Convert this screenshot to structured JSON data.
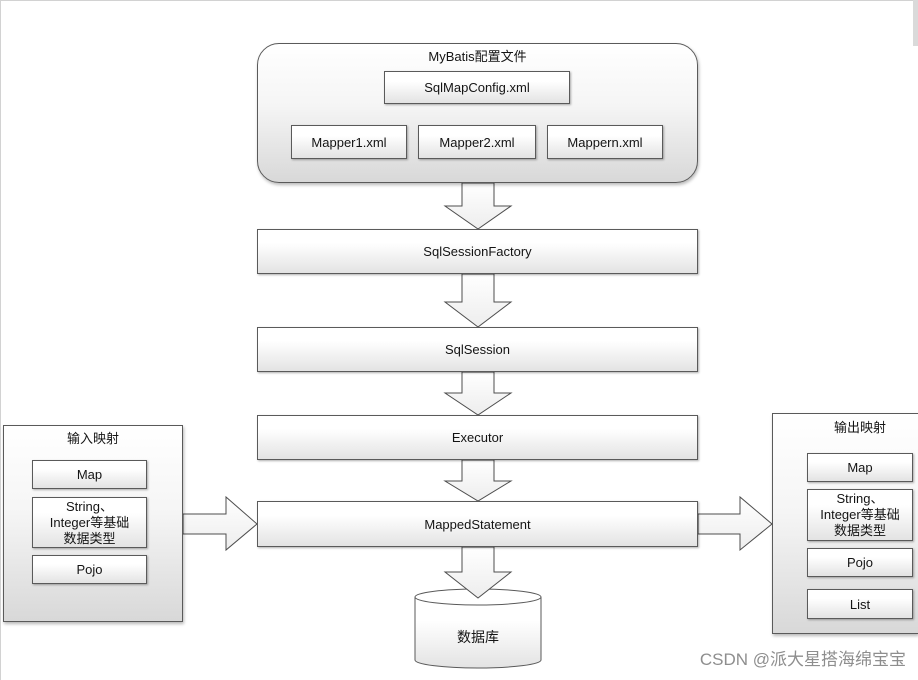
{
  "config": {
    "title": "MyBatis配置文件",
    "main_file": "SqlMapConfig.xml",
    "mappers": [
      "Mapper1.xml",
      "Mapper2.xml",
      "Mappern.xml"
    ]
  },
  "flow": {
    "session_factory": "SqlSessionFactory",
    "session": "SqlSession",
    "executor": "Executor",
    "mapped_statement": "MappedStatement",
    "database": "数据库"
  },
  "input_mapping": {
    "title": "输入映射",
    "map": "Map",
    "basic_types": [
      "String、",
      "Integer等基础",
      "数据类型"
    ],
    "pojo": "Pojo"
  },
  "output_mapping": {
    "title": "输出映射",
    "map": "Map",
    "basic_types": [
      "String、",
      "Integer等基础",
      "数据类型"
    ],
    "pojo": "Pojo",
    "list": "List"
  },
  "watermark": "CSDN @派大星搭海绵宝宝",
  "colors": {
    "outline": "#5a5a5a",
    "arrow_outline": "#4d4d4d",
    "fill_top": "#ffffff",
    "fill_bottom": "#e3e3e3",
    "panel_bottom": "#d8d8d8",
    "watermark": "#8e8e8e",
    "text": "#141414"
  }
}
